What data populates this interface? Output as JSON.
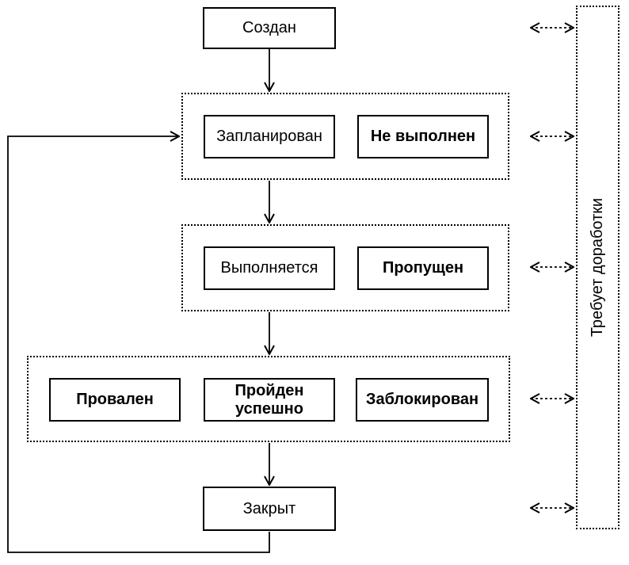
{
  "canvas": {
    "background": "#ffffff",
    "line_color": "#000000"
  },
  "nodes": {
    "created": "Создан",
    "planned": "Запланирован",
    "not_executed": "Не выполнен",
    "in_progress": "Выполняется",
    "skipped": "Пропущен",
    "failed": "Провален",
    "passed": "Пройден успешно",
    "blocked": "Заблокирован",
    "closed": "Закрыт",
    "rework": "Требует доработки"
  },
  "edges": [
    {
      "from": "created",
      "to": "group-planned",
      "style": "solid-arrow"
    },
    {
      "from": "group-planned",
      "to": "group-in-progress",
      "style": "solid-arrow"
    },
    {
      "from": "group-in-progress",
      "to": "group-results",
      "style": "solid-arrow"
    },
    {
      "from": "group-results",
      "to": "closed",
      "style": "solid-arrow"
    },
    {
      "from": "closed",
      "to": "group-planned",
      "style": "solid-feedback-loop"
    },
    {
      "from": "created",
      "to": "rework",
      "style": "dashed-double-arrow"
    },
    {
      "from": "group-planned",
      "to": "rework",
      "style": "dashed-double-arrow"
    },
    {
      "from": "group-in-progress",
      "to": "rework",
      "style": "dashed-double-arrow"
    },
    {
      "from": "group-results",
      "to": "rework",
      "style": "dashed-double-arrow"
    },
    {
      "from": "closed",
      "to": "rework",
      "style": "dashed-double-arrow"
    }
  ]
}
